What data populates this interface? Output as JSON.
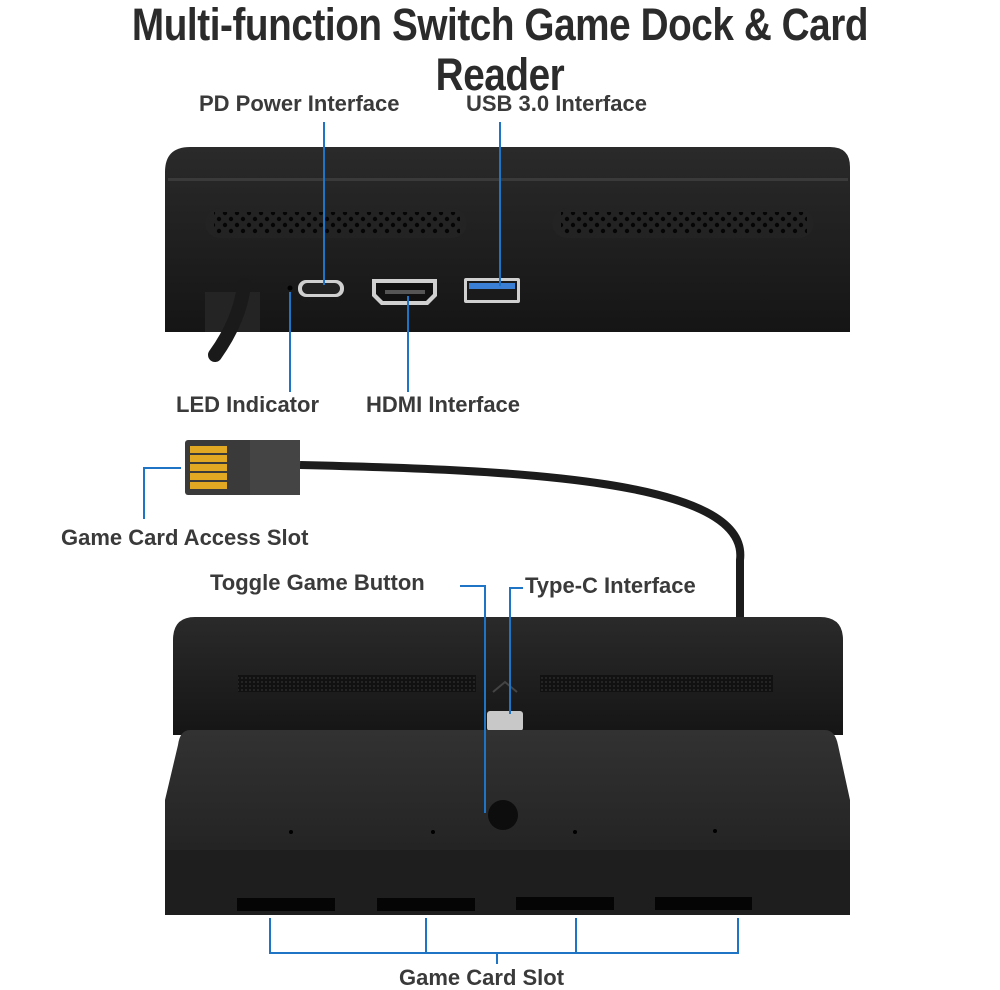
{
  "title": "Multi-function Switch Game Dock & Card Reader",
  "colors": {
    "callout_line": "#1f74c6",
    "device_body": "#1b1b1b",
    "label_text": "#3a3a3a",
    "contacts": "#e0a823"
  },
  "top_dock": {
    "labels": {
      "pd_power": "PD Power Interface",
      "usb": "USB 3.0 Interface",
      "led": "LED Indicator",
      "hdmi": "HDMI Interface"
    }
  },
  "cable": {
    "labels": {
      "card_access": "Game Card Access Slot"
    }
  },
  "bottom_dock": {
    "labels": {
      "toggle": "Toggle Game Button",
      "typec": "Type-C Interface",
      "card_slot": "Game Card Slot"
    },
    "slot_count": 4
  }
}
